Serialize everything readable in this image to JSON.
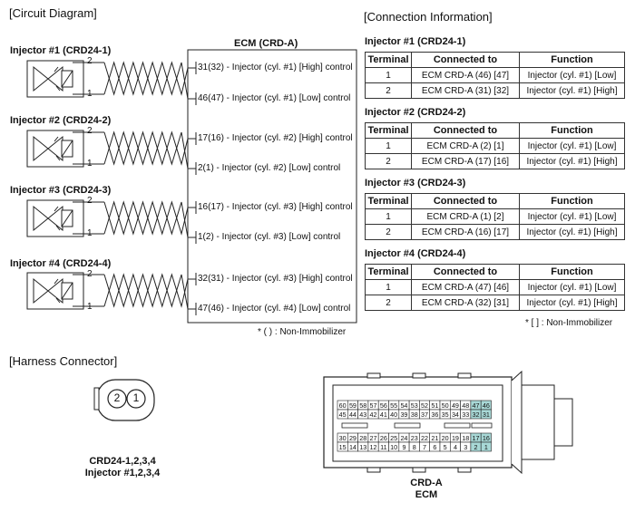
{
  "circuit_diagram": {
    "title": "[Circuit Diagram]",
    "ecm_title": "ECM (CRD-A)",
    "non_immobilizer_note": "* (  ) : Non-Immobilizer",
    "injectors": [
      {
        "title": "Injector #1 (CRD24-1)",
        "terminal_top": "2",
        "terminal_bottom": "1",
        "pins": [
          {
            "label": "31(32) - Injector (cyl. #1) [High] control"
          },
          {
            "label": "46(47) - Injector (cyl. #1) [Low] control"
          }
        ]
      },
      {
        "title": "Injector #2 (CRD24-2)",
        "terminal_top": "2",
        "terminal_bottom": "1",
        "pins": [
          {
            "label": "17(16) - Injector (cyl. #2) [High] control"
          },
          {
            "label": "2(1) - Injector (cyl. #2) [Low] control"
          }
        ]
      },
      {
        "title": "Injector #3 (CRD24-3)",
        "terminal_top": "2",
        "terminal_bottom": "1",
        "pins": [
          {
            "label": "16(17) - Injector (cyl. #3) [High] control"
          },
          {
            "label": "1(2) - Injector (cyl. #3) [Low] control"
          }
        ]
      },
      {
        "title": "Injector #4 (CRD24-4)",
        "terminal_top": "2",
        "terminal_bottom": "1",
        "pins": [
          {
            "label": "32(31) - Injector (cyl. #3) [High] control"
          },
          {
            "label": "47(46) - Injector (cyl. #4) [Low] control"
          }
        ]
      }
    ]
  },
  "connection_information": {
    "title": "[Connection Information]",
    "headers": [
      "Terminal",
      "Connected to",
      "Function"
    ],
    "note": "* [  ] : Non-Immobilizer",
    "tables": [
      {
        "title": "Injector #1 (CRD24-1)",
        "rows": [
          [
            "1",
            "ECM CRD-A (46) [47]",
            "Injector (cyl. #1) [Low]"
          ],
          [
            "2",
            "ECM CRD-A (31) [32]",
            "Injector (cyl. #1) [High]"
          ]
        ]
      },
      {
        "title": "Injector #2 (CRD24-2)",
        "rows": [
          [
            "1",
            "ECM CRD-A (2) [1]",
            "Injector (cyl. #1) [Low]"
          ],
          [
            "2",
            "ECM CRD-A (17) [16]",
            "Injector (cyl. #1) [High]"
          ]
        ]
      },
      {
        "title": "Injector #3 (CRD24-3)",
        "rows": [
          [
            "1",
            "ECM CRD-A (1) [2]",
            "Injector (cyl. #1) [Low]"
          ],
          [
            "2",
            "ECM CRD-A (16) [17]",
            "Injector (cyl. #1) [High]"
          ]
        ]
      },
      {
        "title": "Injector #4 (CRD24-4)",
        "rows": [
          [
            "1",
            "ECM CRD-A (47) [46]",
            "Injector (cyl. #1) [Low]"
          ],
          [
            "2",
            "ECM CRD-A (32) [31]",
            "Injector (cyl. #1) [High]"
          ]
        ]
      }
    ]
  },
  "harness_connector": {
    "title": "[Harness Connector]",
    "injector_connector": {
      "pins": [
        "2",
        "1"
      ],
      "caption_line1": "CRD24-1,2,3,4",
      "caption_line2": "Injector #1,2,3,4"
    },
    "ecm_connector": {
      "caption_line1": "CRD-A",
      "caption_line2": "ECM",
      "highlight_color": "#a8d8d6",
      "top_row1": [
        "60",
        "59",
        "58",
        "57",
        "56",
        "55",
        "54",
        "53",
        "52",
        "51",
        "50",
        "49",
        "48",
        "47",
        "46"
      ],
      "top_row2": [
        "45",
        "44",
        "43",
        "42",
        "41",
        "40",
        "39",
        "38",
        "37",
        "36",
        "35",
        "34",
        "33",
        "32",
        "31"
      ],
      "bottom_row1": [
        "30",
        "29",
        "28",
        "27",
        "26",
        "25",
        "24",
        "23",
        "22",
        "21",
        "20",
        "19",
        "18",
        "17",
        "16"
      ],
      "bottom_row2": [
        "15",
        "14",
        "13",
        "12",
        "11",
        "10",
        "9",
        "8",
        "7",
        "6",
        "5",
        "4",
        "3",
        "2",
        "1"
      ],
      "highlighted_pins": [
        "47",
        "46",
        "32",
        "31",
        "17",
        "16",
        "2",
        "1"
      ]
    }
  }
}
